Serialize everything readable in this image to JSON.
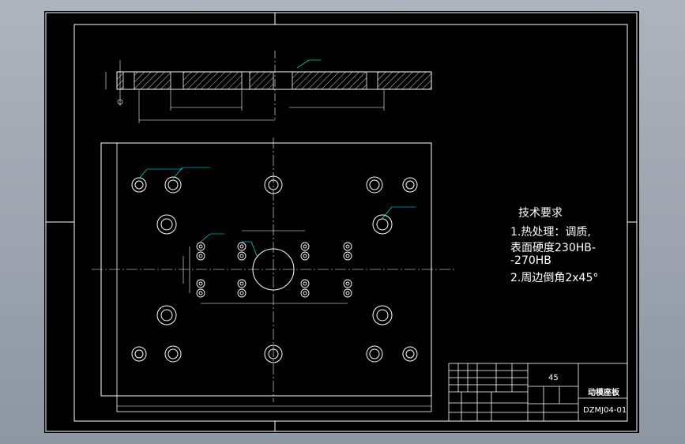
{
  "tech_requirements": {
    "title": "技术要求",
    "line1": "1.热处理：调质,",
    "line2": "表面硬度230HB-",
    "line3": "-270HB",
    "line4": "2.周边倒角2x45°"
  },
  "title_block": {
    "quantity": "45",
    "part_name": "动模座板",
    "drawing_no": "DZMJ04-01"
  },
  "colors": {
    "background": "#000000",
    "lines": "#ffffff",
    "leaders": "#00ffff",
    "frame": "#ffffff"
  }
}
